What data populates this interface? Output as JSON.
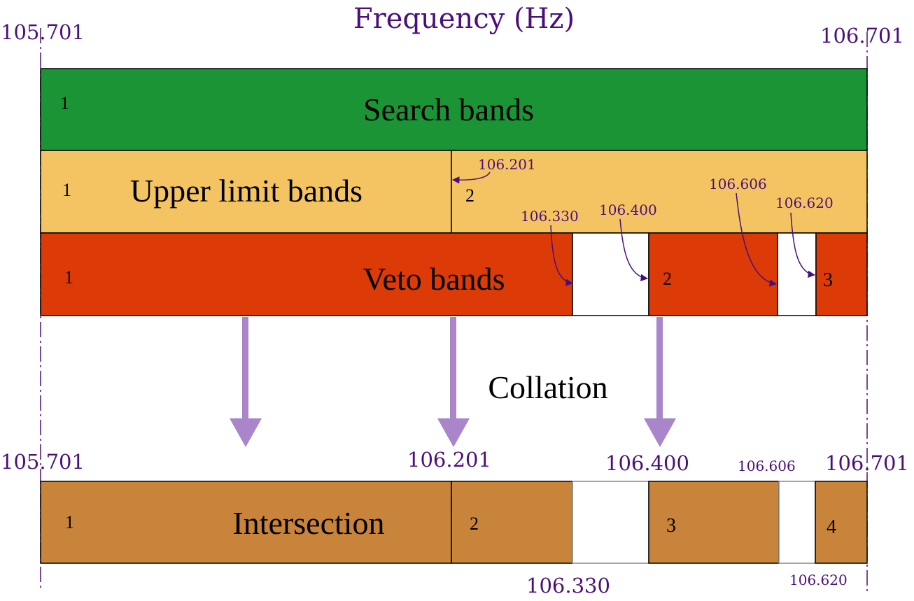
{
  "title": "Frequency (Hz)",
  "colors": {
    "purple": "#4b0f7a",
    "arrow": "#a985c9",
    "search": "#1a9434",
    "upper": "#f4c462",
    "veto": "#dc3a07",
    "intersection": "#c9843c"
  },
  "top_range": {
    "left": "105.701",
    "right": "106.701"
  },
  "search_row": {
    "label": "Search bands",
    "band1": "1"
  },
  "upper_row": {
    "label": "Upper limit bands",
    "band1": "1",
    "band2": "2",
    "split": "106.201"
  },
  "veto_row": {
    "label": "Veto bands",
    "band1": "1",
    "band2": "2",
    "band3": "3",
    "gap1_start": "106.330",
    "gap1_end": "106.400",
    "gap2_start": "106.606",
    "gap2_end": "106.620"
  },
  "collation_label": "Collation",
  "bottom_range": {
    "left": "105.701",
    "b1": "106.201",
    "b2": "106.400",
    "b3": "106.606",
    "right": "106.701",
    "below1": "106.330",
    "below2": "106.620"
  },
  "intersection_row": {
    "label": "Intersection",
    "band1": "1",
    "band2": "2",
    "band3": "3",
    "band4": "4"
  }
}
